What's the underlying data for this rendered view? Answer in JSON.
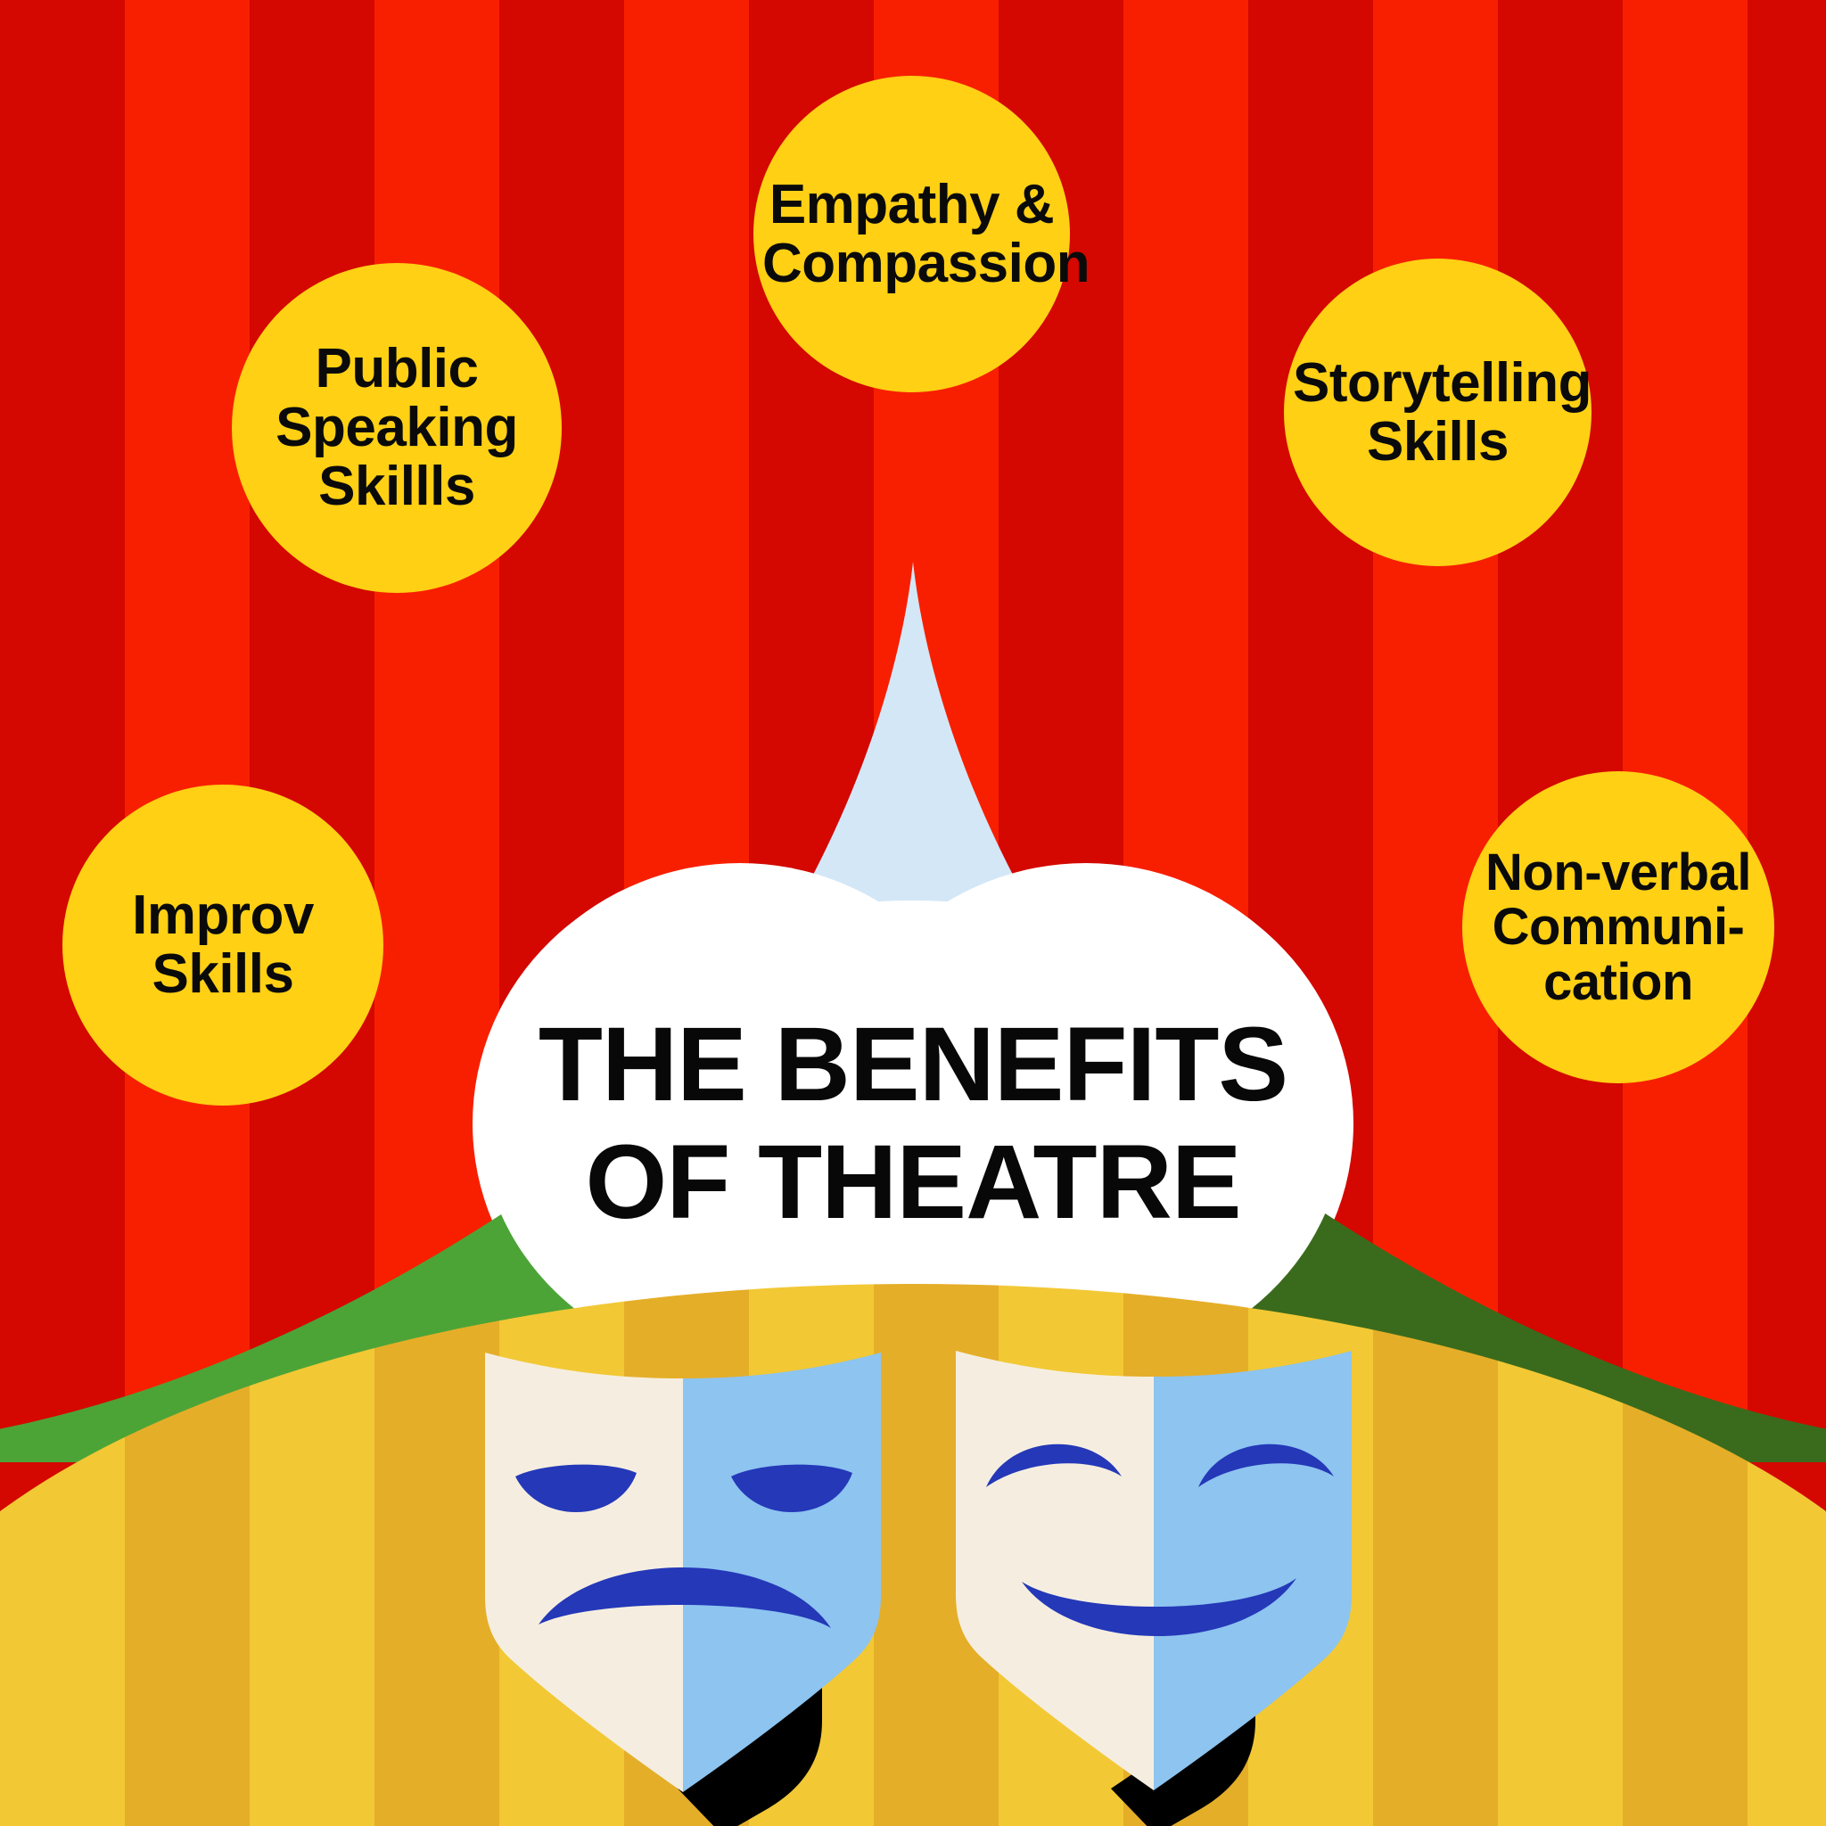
{
  "poster": {
    "title_line_1": "THE BENEFITS",
    "title_line_2": "OF THEATRE",
    "title_full": "THE BENEFITS OF THEATRE"
  },
  "bubbles": [
    {
      "id": "public-speaking",
      "line1": "Public",
      "line2": "Speaking",
      "line3": "Skillls"
    },
    {
      "id": "empathy",
      "line1": "Empathy &",
      "line2": "Compassion",
      "line3": ""
    },
    {
      "id": "storytelling",
      "line1": "Storytelling",
      "line2": "Skills",
      "line3": ""
    },
    {
      "id": "improv",
      "line1": "Improv",
      "line2": "Skills",
      "line3": ""
    },
    {
      "id": "nonverbal",
      "line1": "Non-verbal",
      "line2": "Communi-",
      "line3": "cation"
    }
  ],
  "icons": {
    "mask_sad": "sad-theatre-mask-icon",
    "mask_happy": "happy-theatre-mask-icon",
    "tent": "circus-tent-icon",
    "hills": "green-hills-icon"
  },
  "colors": {
    "stripe_dark_red": "#D40800",
    "stripe_bright_red": "#F81F00",
    "bubble_yellow": "#FFD014",
    "bubble_text": "#0A0A0A",
    "tent_blue": "#D3E7F7",
    "white_cloud": "#FFFFFF",
    "hill_light_green": "#4CA436",
    "hill_dark_green": "#3A6B1C",
    "ground_yellow_light": "#F2C835",
    "ground_yellow_dark": "#E5AE28",
    "mask_cream": "#F5EEE0",
    "mask_blue": "#8DC4F0",
    "mask_feature_blue": "#2438B8",
    "mask_shadow": "#000000",
    "title_text": "#080808"
  }
}
